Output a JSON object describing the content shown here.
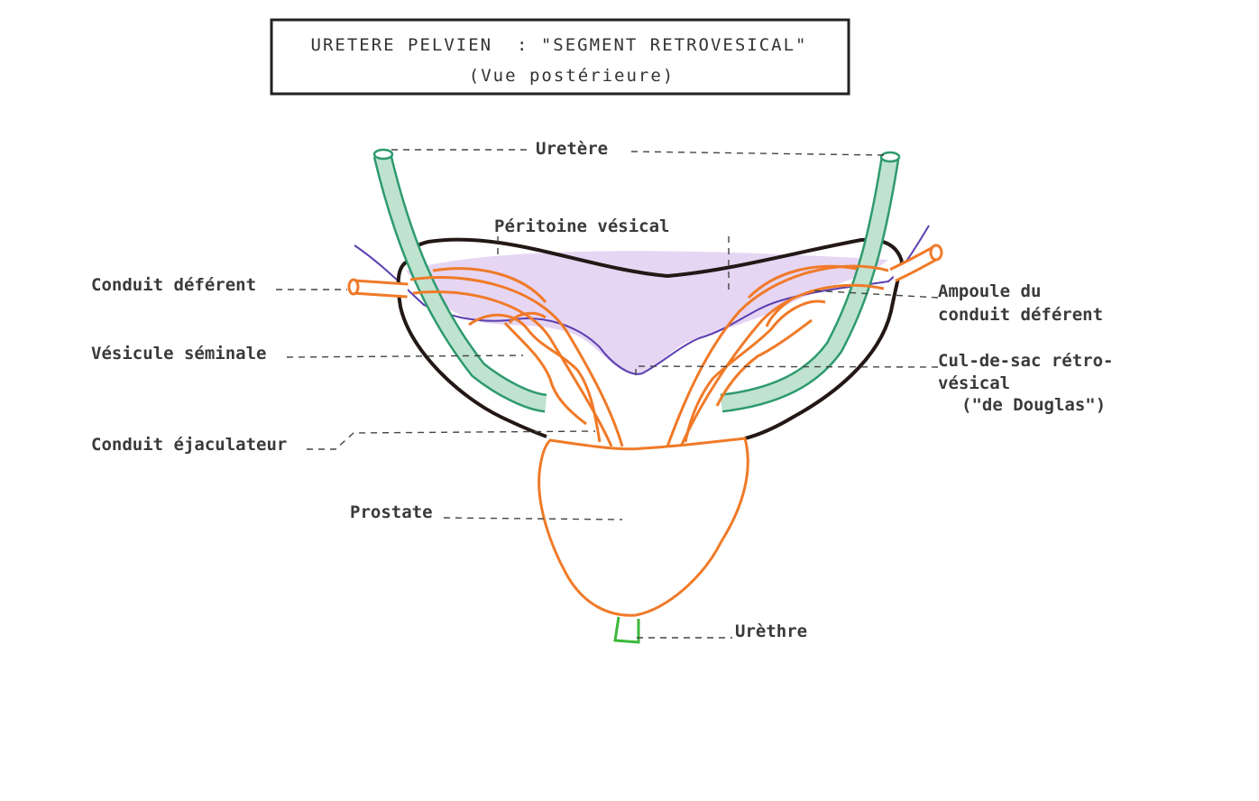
{
  "title": {
    "line1": "URETERE PELVIEN  : \"SEGMENT RETROVESICAL\"",
    "line2": "(Vue postérieure)"
  },
  "labels": {
    "uretere": "Uretère",
    "peritoine": "Péritoine vésical",
    "conduit_deferent": "Conduit déférent",
    "ampoule_line1": "Ampoule du",
    "ampoule_line2": "conduit déférent",
    "vesicule": "Vésicule séminale",
    "culdesac_line1": "Cul-de-sac rétro-",
    "culdesac_line2": "vésical",
    "culdesac_line3": "(\"de Douglas\")",
    "conduit_ejaculateur": "Conduit éjaculateur",
    "prostate": "Prostate",
    "urethre": "Urèthre"
  },
  "colors": {
    "ureter": "#2e9a6e",
    "ureter_fill": "#bfe3cf",
    "deferent": "#f07a28",
    "peritoneum_fill": "#e6d6f3",
    "peritoneum_line": "#5b3fb0",
    "bladder_outline": "#231815",
    "urethra": "#3cb83c",
    "frame": "#222222"
  }
}
